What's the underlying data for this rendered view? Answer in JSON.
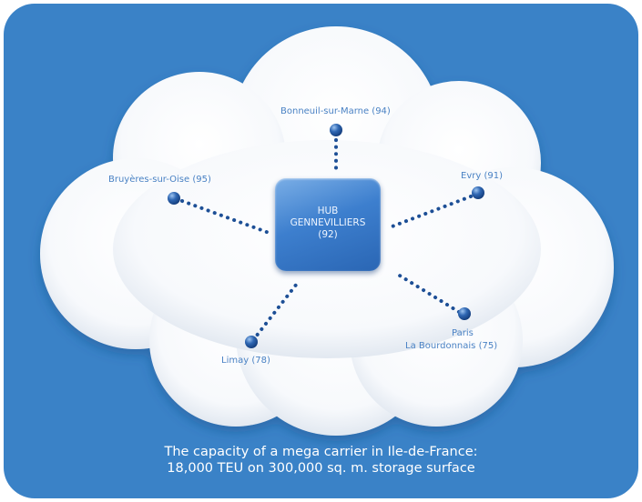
{
  "colors": {
    "background": "#3a82c7",
    "cloud": "#ffffff",
    "node": "#1d4f96",
    "hub": "#3d7fce",
    "label": "#4a82c4"
  },
  "hub": {
    "line1": "HUB",
    "line2": "GENNEVILLIERS",
    "line3": "(92)"
  },
  "nodes": {
    "bonneuil": "Bonneuil-sur-Marne (94)",
    "bruyeres": "Bruyères-sur-Oise (95)",
    "evry": "Evry (91)",
    "limay": "Limay (78)",
    "paris_line1": "Paris",
    "paris_line2": "La Bourdonnais (75)"
  },
  "caption": {
    "line1": "The capacity of a mega carrier in Ile-de-France:",
    "line2": "18,000 TEU on 300,000 sq. m. storage surface"
  }
}
